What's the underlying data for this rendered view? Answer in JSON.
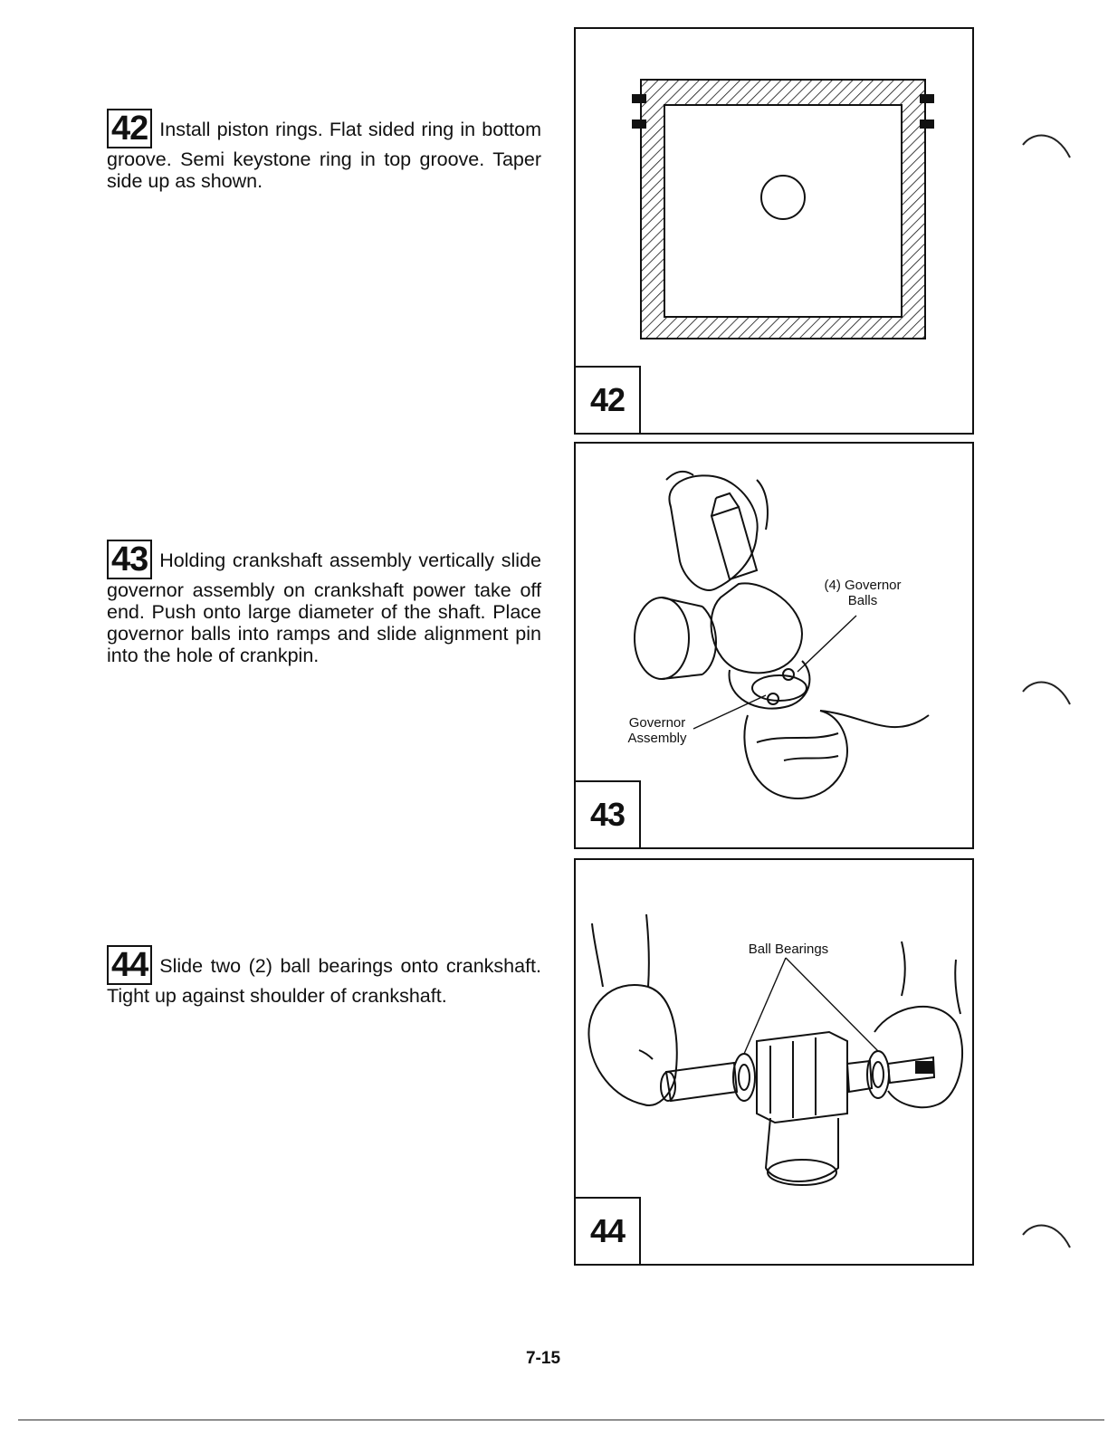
{
  "steps": [
    {
      "number": "42",
      "text": "Install piston rings. Flat sided ring in bottom groove. Semi keystone ring in top groove. Taper side up as shown."
    },
    {
      "number": "43",
      "text": "Holding crankshaft assembly vertically slide governor assembly on crankshaft power take off end. Push onto large diameter of the shaft. Place governor balls into ramps and slide alignment pin into the hole of crankpin."
    },
    {
      "number": "44",
      "text": "Slide two (2) ball bearings onto crankshaft. Tight up against shoulder of crankshaft."
    }
  ],
  "figures": [
    {
      "number": "42",
      "callouts": []
    },
    {
      "number": "43",
      "callouts": [
        "(4) Governor Balls",
        "Governor Assembly"
      ]
    },
    {
      "number": "44",
      "callouts": [
        "Ball Bearings"
      ]
    }
  ],
  "page": {
    "number": "7-15"
  },
  "style": {
    "ink": "#111111",
    "paper": "#ffffff"
  }
}
